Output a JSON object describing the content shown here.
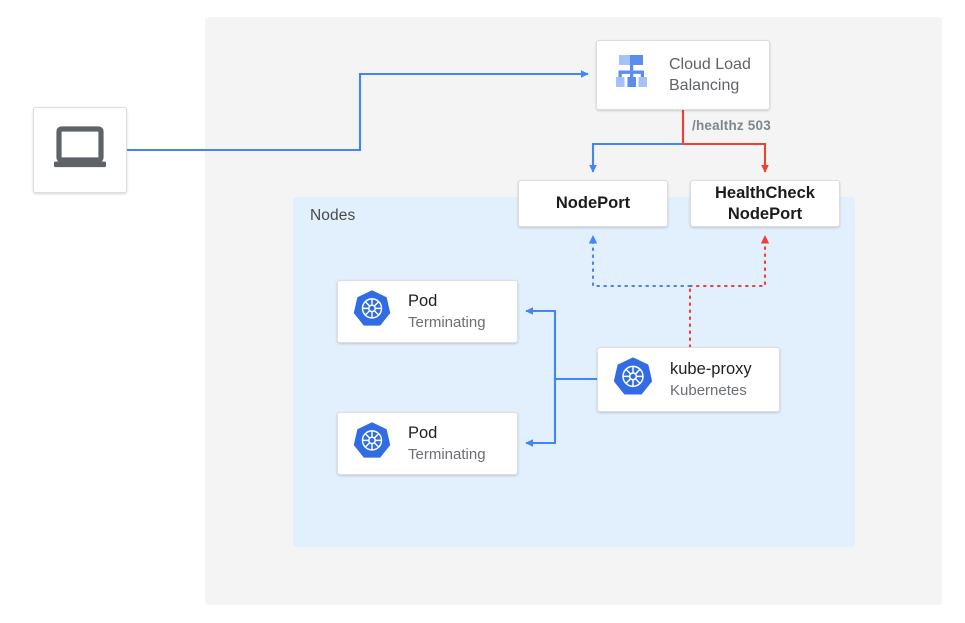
{
  "diagram": {
    "title": "Kubernetes NodePort health check with terminating pods",
    "colors": {
      "canvas_background": "#f4f4f4",
      "nodes_panel": "#e2effc",
      "card_background": "#ffffff",
      "card_border": "#dededf",
      "flow_blue": "#4285f4",
      "flow_red": "#ea4335",
      "kubernetes_blue": "#326ce5",
      "icon_gray": "#5f6368",
      "label_gray": "#80868b"
    }
  },
  "nodes_group": {
    "label": "Nodes"
  },
  "client": {
    "icon": "laptop-icon"
  },
  "load_balancer": {
    "icon": "cloud-load-balancing-icon",
    "line1": "Cloud Load",
    "line2": "Balancing"
  },
  "health_check": {
    "label": "/healthz 503"
  },
  "services": [
    {
      "name": "nodeport",
      "line1": "NodePort",
      "line2": ""
    },
    {
      "name": "healthcheck-nodeport",
      "line1": "HealthCheck",
      "line2": "NodePort"
    }
  ],
  "pods": [
    {
      "icon": "kubernetes-icon",
      "title": "Pod",
      "subtitle": "Terminating"
    },
    {
      "icon": "kubernetes-icon",
      "title": "Pod",
      "subtitle": "Terminating"
    }
  ],
  "kube_proxy": {
    "icon": "kubernetes-icon",
    "title": "kube-proxy",
    "subtitle": "Kubernetes"
  }
}
